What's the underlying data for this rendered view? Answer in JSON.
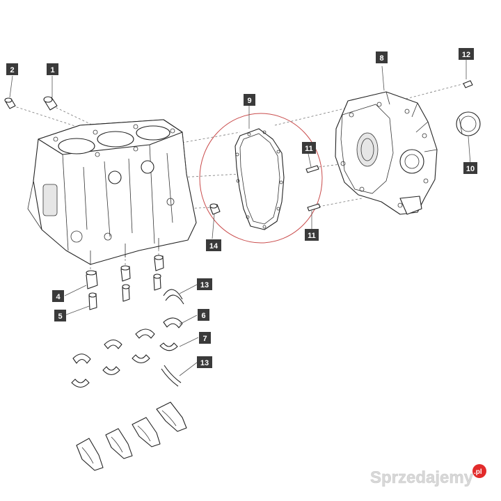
{
  "callouts": [
    {
      "id": "c1",
      "label": "1"
    },
    {
      "id": "c2",
      "label": "2"
    },
    {
      "id": "c4",
      "label": "4"
    },
    {
      "id": "c5",
      "label": "5"
    },
    {
      "id": "c6",
      "label": "6"
    },
    {
      "id": "c7",
      "label": "7"
    },
    {
      "id": "c8",
      "label": "8"
    },
    {
      "id": "c9",
      "label": "9"
    },
    {
      "id": "c10",
      "label": "10"
    },
    {
      "id": "c11a",
      "label": "11"
    },
    {
      "id": "c11b",
      "label": "11"
    },
    {
      "id": "c12",
      "label": "12"
    },
    {
      "id": "c13a",
      "label": "13"
    },
    {
      "id": "c13b",
      "label": "13"
    },
    {
      "id": "c14",
      "label": "14"
    }
  ],
  "watermark": {
    "text": "Sprzedajemy",
    "suffix": ".pl",
    "color": "#e22b2b"
  }
}
